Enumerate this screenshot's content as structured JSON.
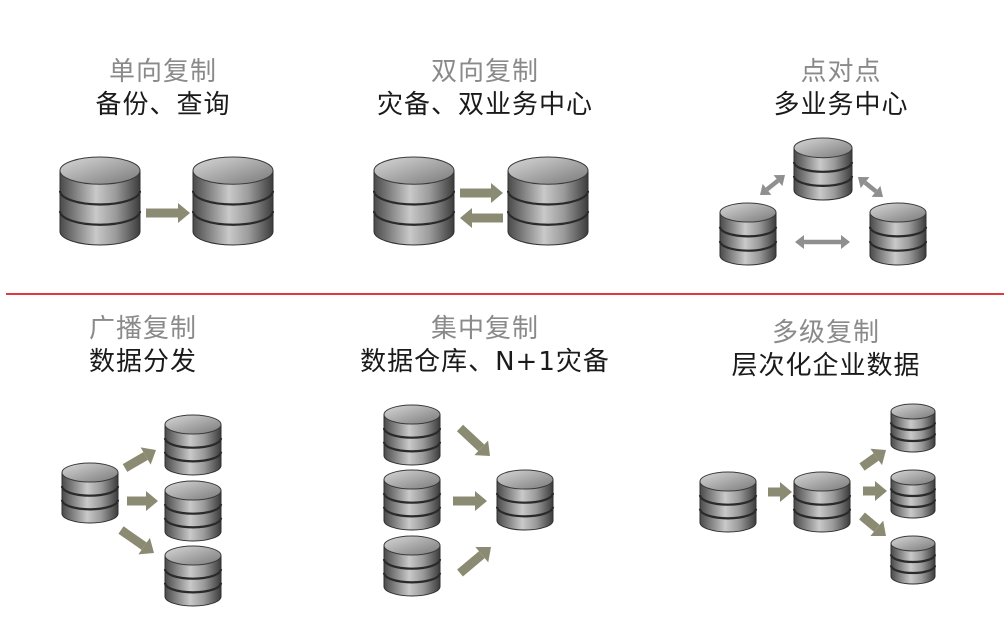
{
  "colors": {
    "divider": "#e03a3e",
    "flow_arrow": "#8b8b73",
    "bidirectional_arrow": "#8f8f8f",
    "cylinder_dark": "#3a3a3a",
    "cylinder_light": "#dcdcdc"
  },
  "panels": [
    {
      "title": "单向复制",
      "subtitle": "备份、查询"
    },
    {
      "title": "双向复制",
      "subtitle": "灾备、双业务中心"
    },
    {
      "title": "点对点",
      "subtitle": "多业务中心"
    },
    {
      "title": "广播复制",
      "subtitle": "数据分发"
    },
    {
      "title": "集中复制",
      "subtitle": "数据仓库、N+1灾备"
    },
    {
      "title": "多级复制",
      "subtitle": "层次化企业数据"
    }
  ]
}
